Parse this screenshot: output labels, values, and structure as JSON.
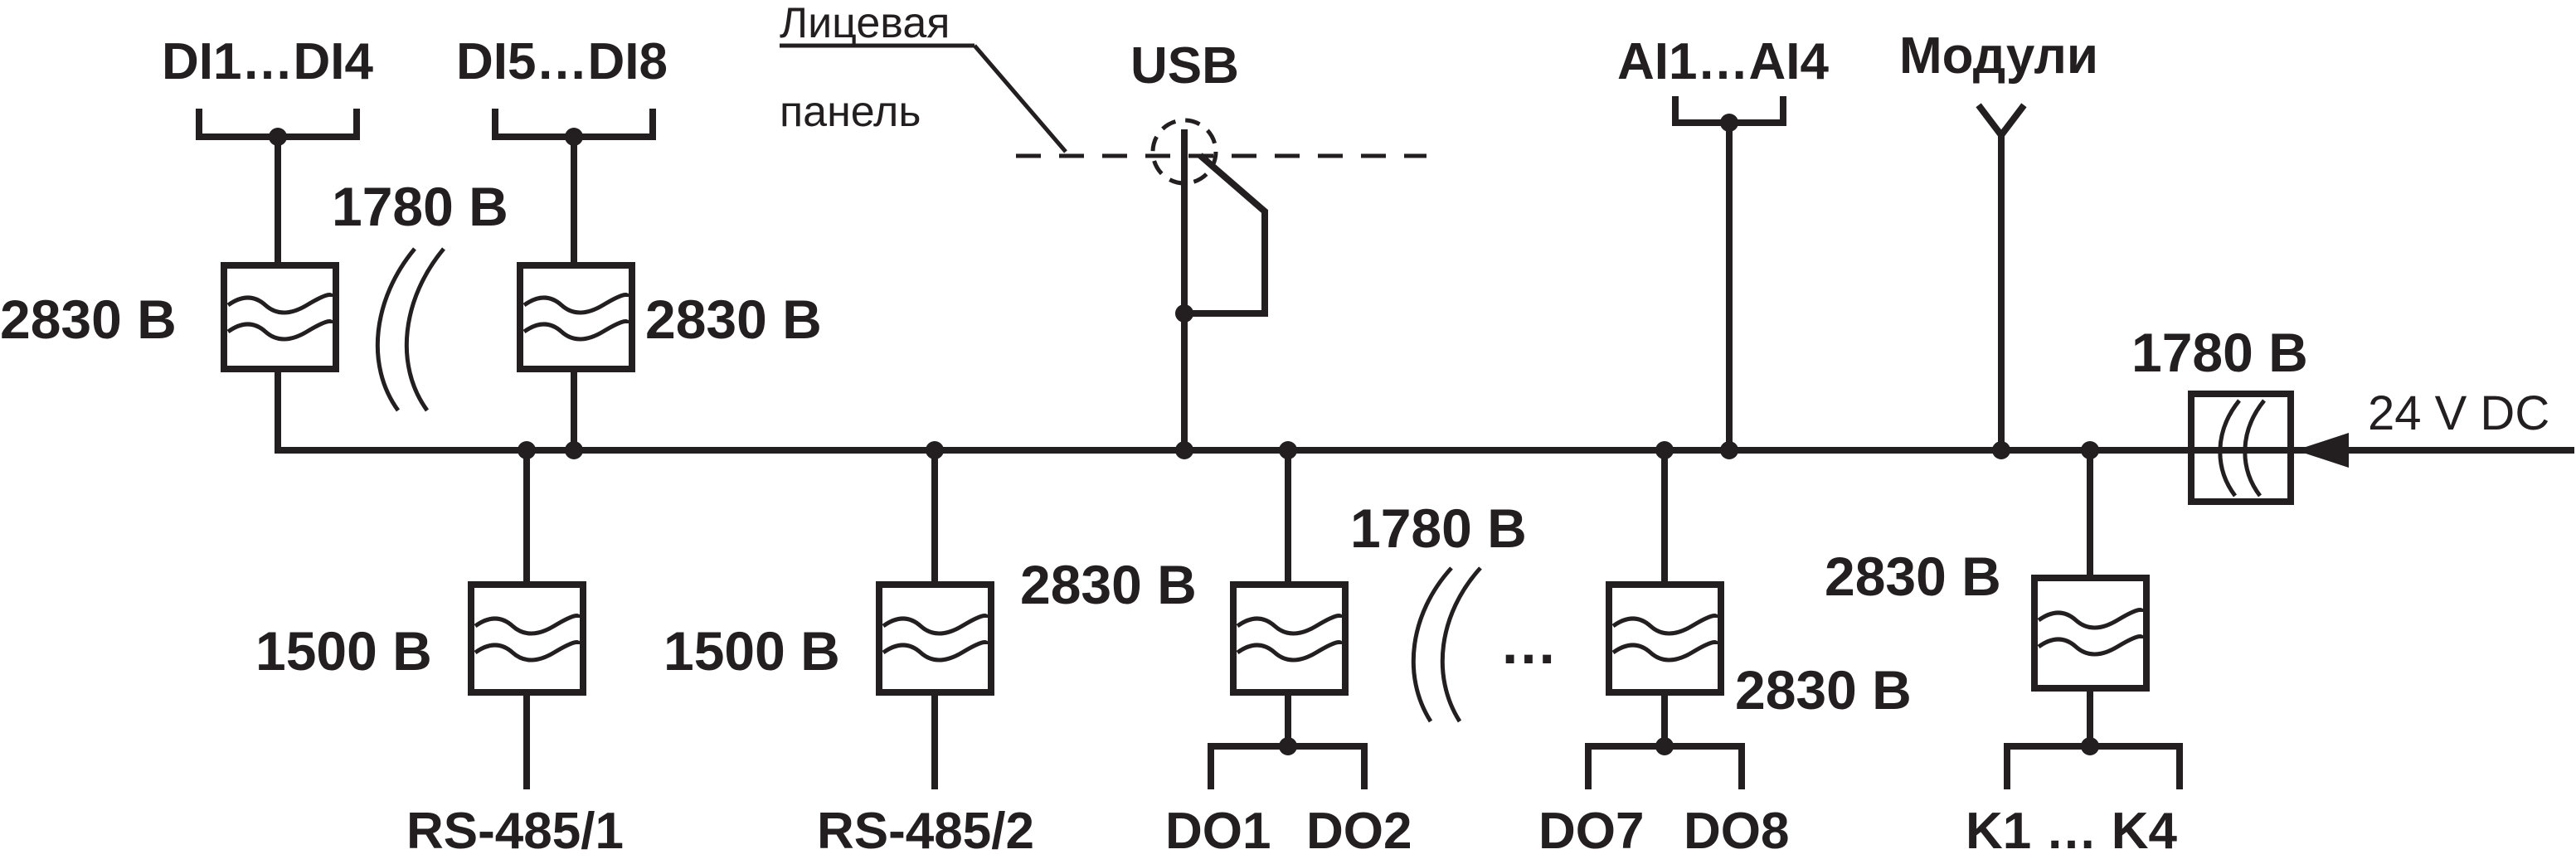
{
  "labels": {
    "di1_di4": "DI1…DI4",
    "di5_di8": "DI5…DI8",
    "front_panel_line1": "Лицевая",
    "front_panel_line2": "панель",
    "usb": "USB",
    "ai1_ai4": "AI1…AI4",
    "modules": "Модули",
    "v_di_left": "2830 В",
    "v_di_between": "1780 В",
    "v_di_right": "2830 В",
    "v_power": "1780 В",
    "power_input": "24 V DC",
    "v_rs485_1": "1500 В",
    "v_rs485_2": "1500 В",
    "v_do_left": "2830 В",
    "v_do_between": "1780 В",
    "ellipsis": "…",
    "v_do_right": "2830 В",
    "v_k": "2830 В",
    "rs485_1": "RS-485/1",
    "rs485_2": "RS-485/2",
    "do1": "DO1",
    "do2": "DO2",
    "do7": "DO7",
    "do8": "DO8",
    "k1_k4": "K1 … K4"
  }
}
